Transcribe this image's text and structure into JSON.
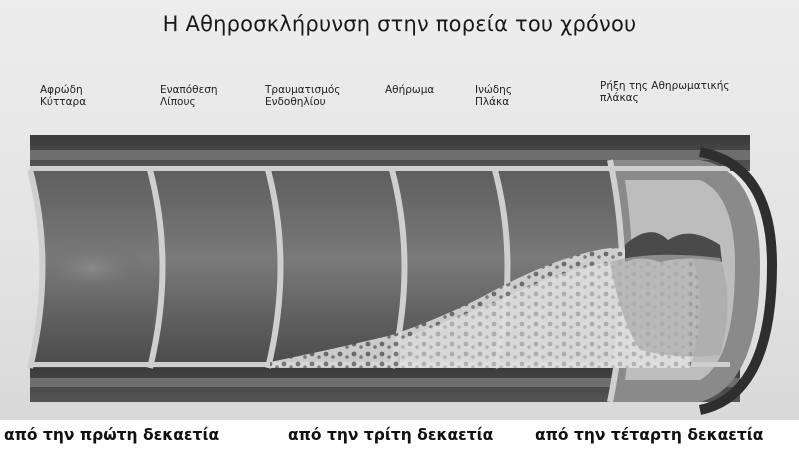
{
  "title": "Η Αθηροσκλήρυνση στην πορεία του χρόνου",
  "stages": [
    {
      "label": "Αφρώδη\nΚύτταρα"
    },
    {
      "label": "Εναπόθεση\nΛίπους"
    },
    {
      "label": "Τραυματισμός\nΕνδοθηλίου"
    },
    {
      "label": "Αθήρωμα"
    },
    {
      "label": "Ινώδης\nΠλάκα"
    },
    {
      "label": "Ρήξη της Αθηρωματικής\nπλάκας"
    }
  ],
  "captions": [
    "από την πρώτη δεκαετία",
    "από την τρίτη δεκαετία",
    "από την τέταρτη δεκαετία"
  ]
}
